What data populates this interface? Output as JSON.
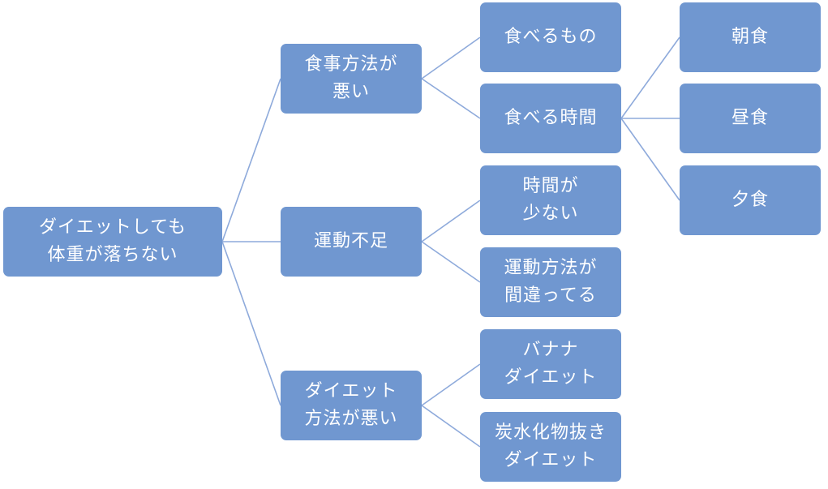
{
  "tree": {
    "root": {
      "text": "ダイエットしても\n体重が落ちない"
    },
    "causes": [
      {
        "text": "食事方法が\n悪い",
        "children": [
          {
            "text": "食べるもの",
            "children": []
          },
          {
            "text": "食べる時間",
            "children": [
              {
                "text": "朝食"
              },
              {
                "text": "昼食"
              },
              {
                "text": "夕食"
              }
            ]
          }
        ]
      },
      {
        "text": "運動不足",
        "children": [
          {
            "text": "時間が\n少ない"
          },
          {
            "text": "運動方法が\n間違ってる"
          }
        ]
      },
      {
        "text": "ダイエット\n方法が悪い",
        "children": [
          {
            "text": "バナナ\nダイエット"
          },
          {
            "text": "炭水化物抜き\nダイエット"
          }
        ]
      }
    ]
  },
  "colors": {
    "node_fill": "#7097d0",
    "node_text": "#ffffff",
    "connector": "#8eaadb"
  }
}
